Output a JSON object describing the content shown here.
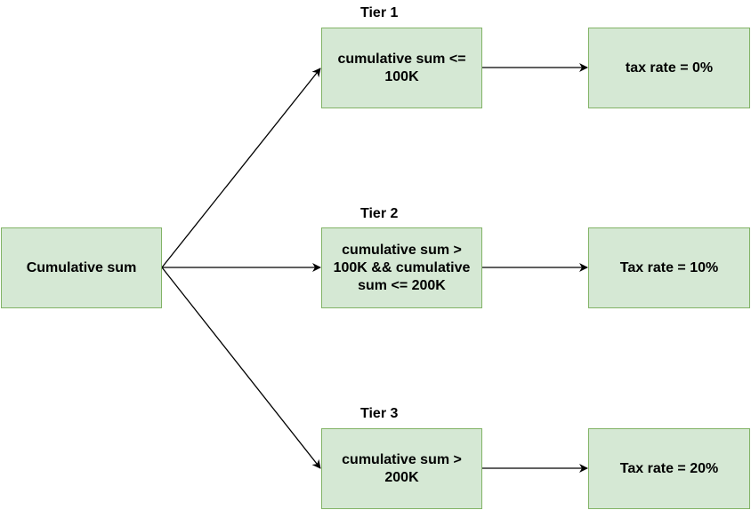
{
  "diagram": {
    "source": {
      "label": "Cumulative sum"
    },
    "tiers": [
      {
        "title": "Tier 1",
        "condition": "cumulative sum <= 100K",
        "result": "tax rate = 0%"
      },
      {
        "title": "Tier 2",
        "condition": "cumulative sum > 100K && cumulative sum <= 200K",
        "result": "Tax rate = 10%"
      },
      {
        "title": "Tier 3",
        "condition": "cumulative sum > 200K",
        "result": "Tax rate = 20%"
      }
    ],
    "colors": {
      "box_fill": "#d5e8d4",
      "box_border": "#82b366",
      "edge": "#000000",
      "text": "#000000"
    }
  }
}
